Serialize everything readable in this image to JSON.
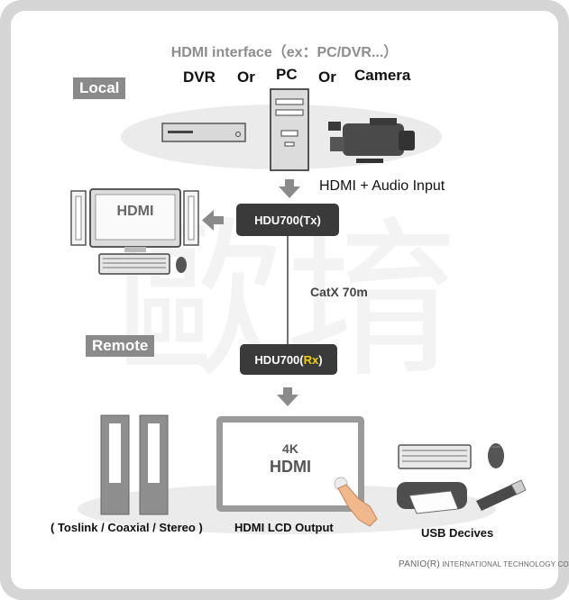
{
  "title": "HDMI interface（ex：PC/DVR...）",
  "sources": {
    "dvr": "DVR",
    "or1": "Or",
    "pc": "PC",
    "or2": "Or",
    "camera": "Camera"
  },
  "local_label": "Local",
  "remote_label": "Remote",
  "input_label": "HDMI + Audio Input",
  "tx_box": "HDU700(Tx)",
  "rx_box": {
    "prefix": "HDU700(",
    "highlight": "Rx",
    "suffix": ")"
  },
  "cable_label": "CatX 70m",
  "local_monitor_text": "HDMI",
  "tv_text": {
    "line1": "4K",
    "line2": "HDMI"
  },
  "captions": {
    "audio": "( Toslink / Coaxial / Stereo )",
    "lcd": "HDMI LCD Output",
    "usb": "USB Decives"
  },
  "footer": {
    "brand": "PANIO(R)",
    "company": "INTERNATIONAL TECHNOLOGY CO.,LTD."
  },
  "watermark": "歐堉",
  "colors": {
    "frame": "#d5d5d5",
    "box": "#3a3a3a",
    "tag": "#8a8a8a",
    "highlight": "#f0d000"
  }
}
